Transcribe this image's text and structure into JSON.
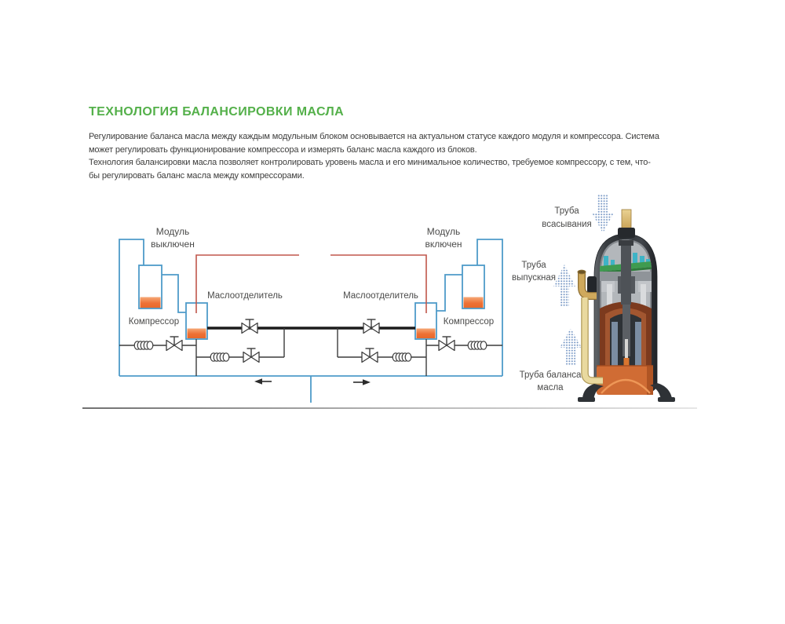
{
  "page": {
    "title": "ТЕХНОЛОГИЯ БАЛАНСИРОВКИ МАСЛА",
    "paragraph_lines": [
      "Регулирование баланса масла между каждым модульным блоком основывается на актуальном статусе каждого модуля и компрессора. Система",
      "может регулировать функционирование компрессора и измерять баланс масла каждого из блоков.",
      "Технология балансировки масла позволяет контролировать уровень масла и его минимальное количество, требуемое компрессору, с тем, что-",
      "бы регулировать баланс масла между компрессорами."
    ]
  },
  "diagram": {
    "left_module_status": {
      "line1": "Модуль",
      "line2": "выключен"
    },
    "right_module_status": {
      "line1": "Модуль",
      "line2": "включен"
    },
    "left_separator_label": "Маслоотделитель",
    "right_separator_label": "Маслоотделитель",
    "left_compressor_label": "Компрессор",
    "right_compressor_label": "Компрессор"
  },
  "cutaway": {
    "suction_pipe_label": {
      "line1": "Труба",
      "line2": "всасывания"
    },
    "discharge_pipe_label": {
      "line1": "Труба",
      "line2": "выпускная"
    },
    "oil_balance_pipe_label": {
      "line1": "Труба баланса",
      "line2": "масла"
    }
  },
  "colors": {
    "title_green": "#54b04a",
    "pipe_blue": "#4e9bc9",
    "discharge_red": "#c0564b",
    "oil_orange": "#ed7136",
    "label_gray": "#4b4b4a",
    "arrow_dot_blue": "#7193c2",
    "body_text": "#3d3d3c"
  }
}
